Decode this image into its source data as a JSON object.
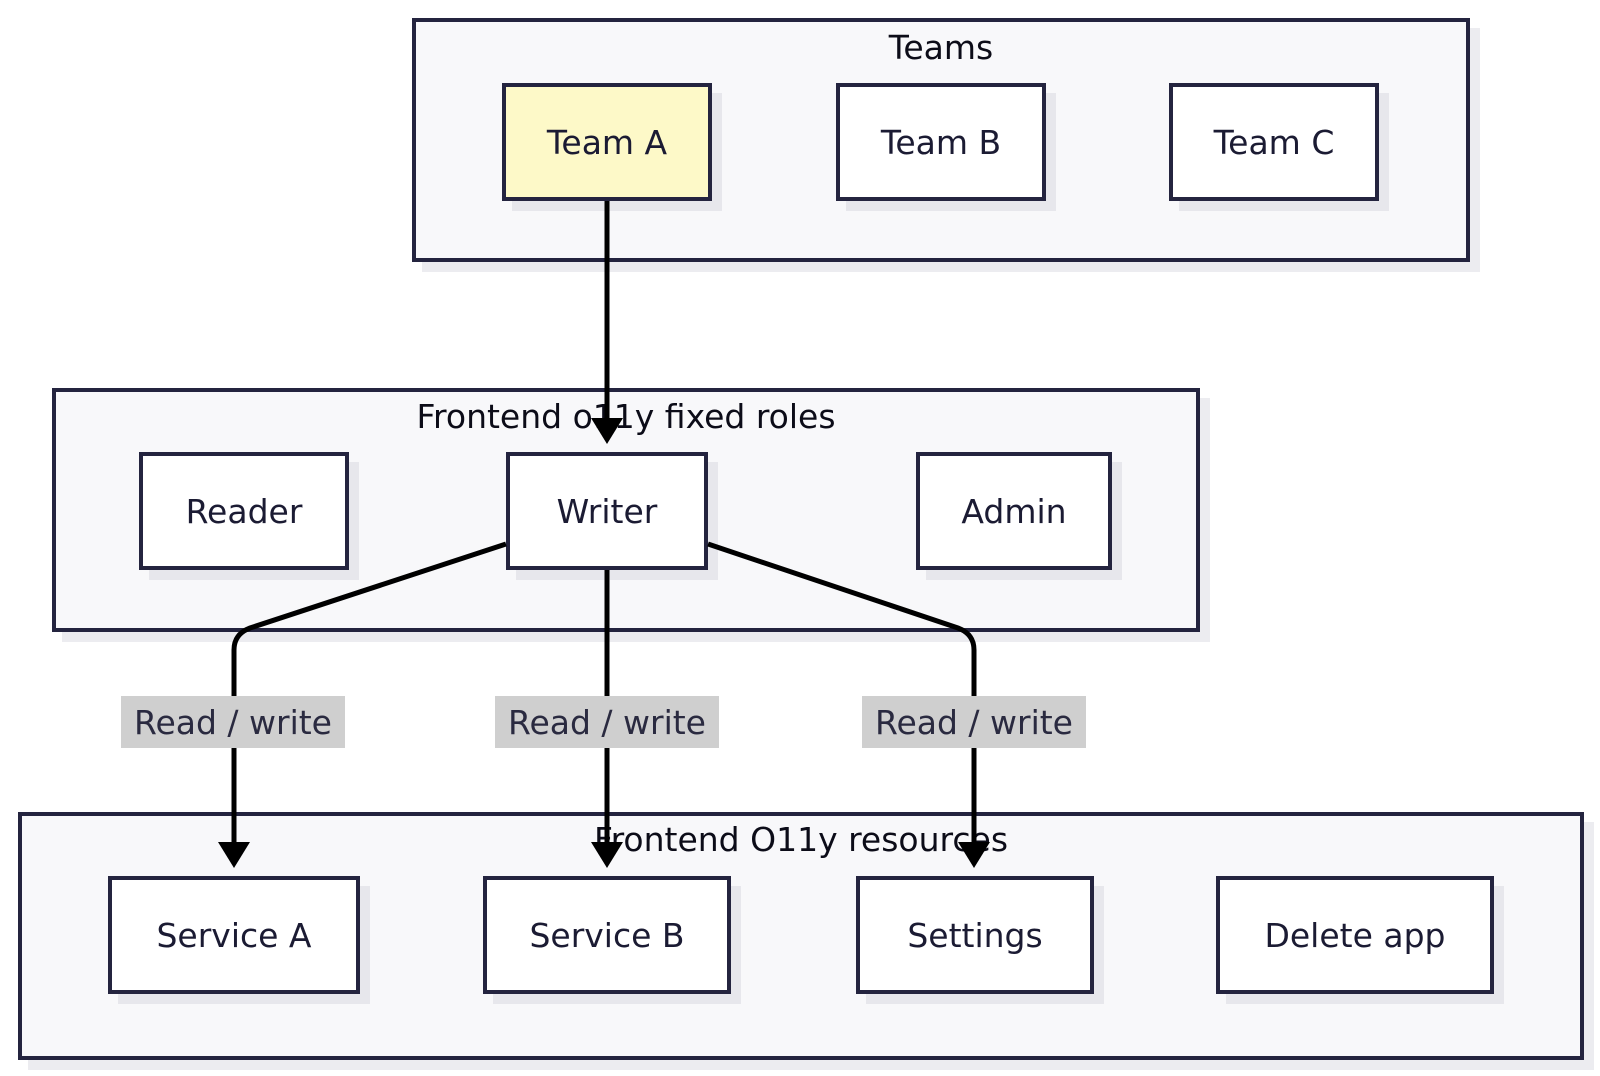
{
  "groups": {
    "teams": {
      "title": "Teams"
    },
    "roles": {
      "title": "Frontend o11y fixed roles"
    },
    "resources": {
      "title": "Frontend O11y resources"
    }
  },
  "nodes": {
    "team_a": "Team A",
    "team_b": "Team B",
    "team_c": "Team C",
    "reader": "Reader",
    "writer": "Writer",
    "admin": "Admin",
    "service_a": "Service A",
    "service_b": "Service B",
    "settings": "Settings",
    "delete_app": "Delete app"
  },
  "edges": {
    "writer_to_service_a": "Read / write",
    "writer_to_service_b": "Read / write",
    "writer_to_settings": "Read / write"
  },
  "colors": {
    "border": "#24243f",
    "group_fill": "#f8f8fa",
    "highlight_fill": "#fdf9c8",
    "edge_label_fill": "#cfcfcf",
    "arrow": "#000000"
  }
}
